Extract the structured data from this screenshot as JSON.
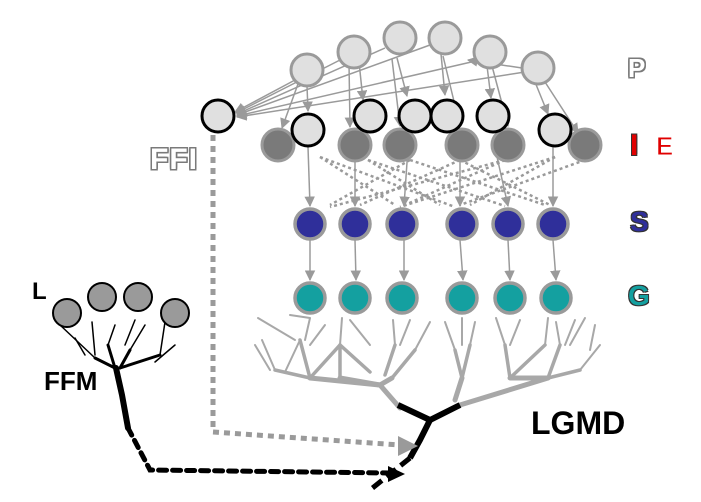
{
  "labels": {
    "p": "P",
    "i": "I",
    "e": "E",
    "s": "S",
    "g": "G",
    "ffi": "FFI",
    "l": "L",
    "ffm": "FFM",
    "lgmd": "LGMD"
  },
  "colors": {
    "p_cell": "#e0e0e0",
    "e_cell": "#7a7a7a",
    "s_cell": "#2f2f9a",
    "g_cell": "#14a0a0",
    "l_cell": "#9a9a9a",
    "connection": "#9a9a9a",
    "ffi_ffm_path": "#000000",
    "label_i": "#e00000",
    "label_e": "#e00000",
    "label_s": "#2f2f9a",
    "label_g": "#14a0a0"
  }
}
